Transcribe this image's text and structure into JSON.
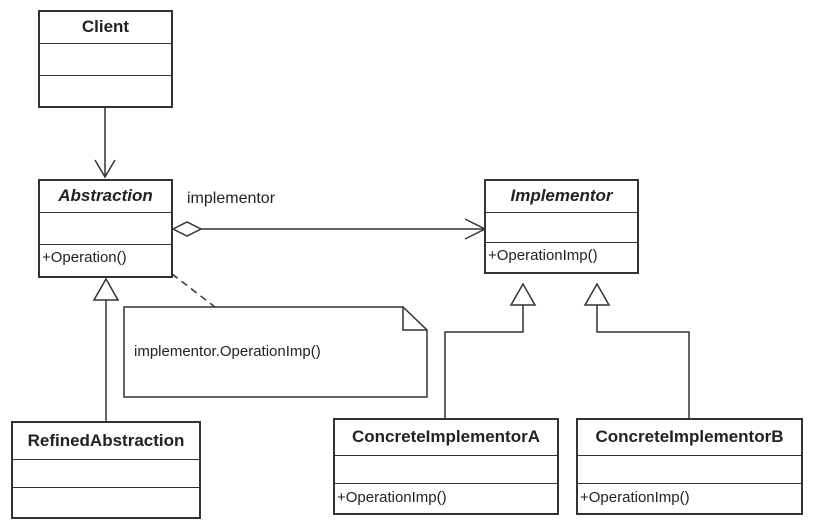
{
  "classes": {
    "client": {
      "name": "Client"
    },
    "abstraction": {
      "name": "Abstraction",
      "operation": "+Operation()"
    },
    "implementor": {
      "name": "Implementor",
      "operation": "+OperationImp()"
    },
    "refined_abstraction": {
      "name": "RefinedAbstraction"
    },
    "concrete_a": {
      "name": "ConcreteImplementorA",
      "operation": "+OperationImp()"
    },
    "concrete_b": {
      "name": "ConcreteImplementorB",
      "operation": "+OperationImp()"
    }
  },
  "association": {
    "label": "implementor"
  },
  "note": {
    "text": "implementor.OperationImp()"
  }
}
